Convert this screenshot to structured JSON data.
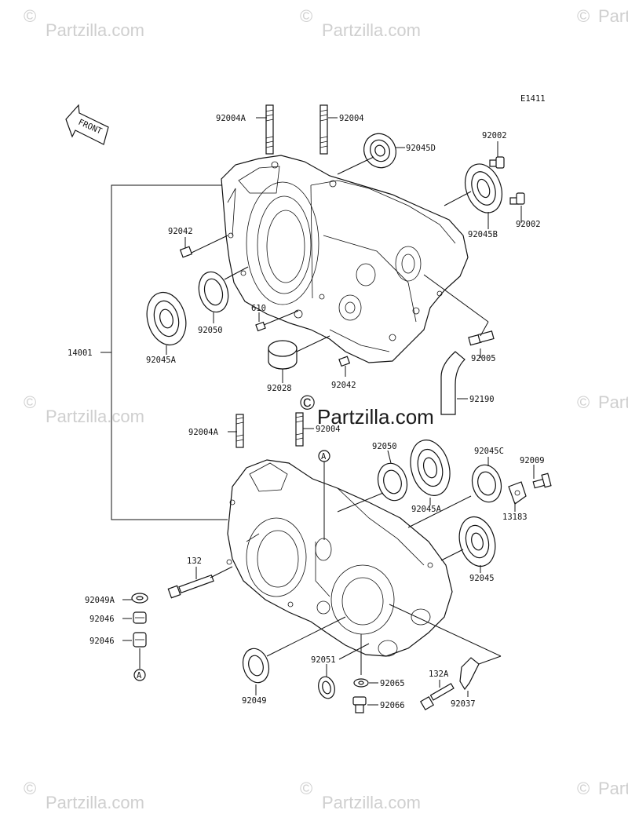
{
  "diagram_code": "E1411",
  "front_label": "FRONT",
  "watermarks": {
    "small": "Partzilla.com",
    "center": "Partzilla.com",
    "symbol": "©"
  },
  "callout_letter": "A",
  "labels": {
    "p92004A_top": "92004A",
    "p92004_top": "92004",
    "p92045D": "92045D",
    "p92002_a": "92002",
    "p92002_b": "92002",
    "p92045B": "92045B",
    "p92042_a": "92042",
    "p92050_top": "92050",
    "p92045A_top": "92045A",
    "p610": "610",
    "p92028": "92028",
    "p92042_b": "92042",
    "p92005": "92005",
    "p92190": "92190",
    "p14001": "14001",
    "p92004A_bot": "92004A",
    "p92004_bot": "92004",
    "p92050_bot": "92050",
    "p92045C": "92045C",
    "p92009": "92009",
    "p92045A_bot": "92045A",
    "p13183": "13183",
    "p92045": "92045",
    "p132": "132",
    "p92049A": "92049A",
    "p92046_a": "92046",
    "p92046_b": "92046",
    "p92051": "92051",
    "p92065": "92065",
    "p132A": "132A",
    "p92049": "92049",
    "p92066": "92066",
    "p92037": "92037"
  }
}
